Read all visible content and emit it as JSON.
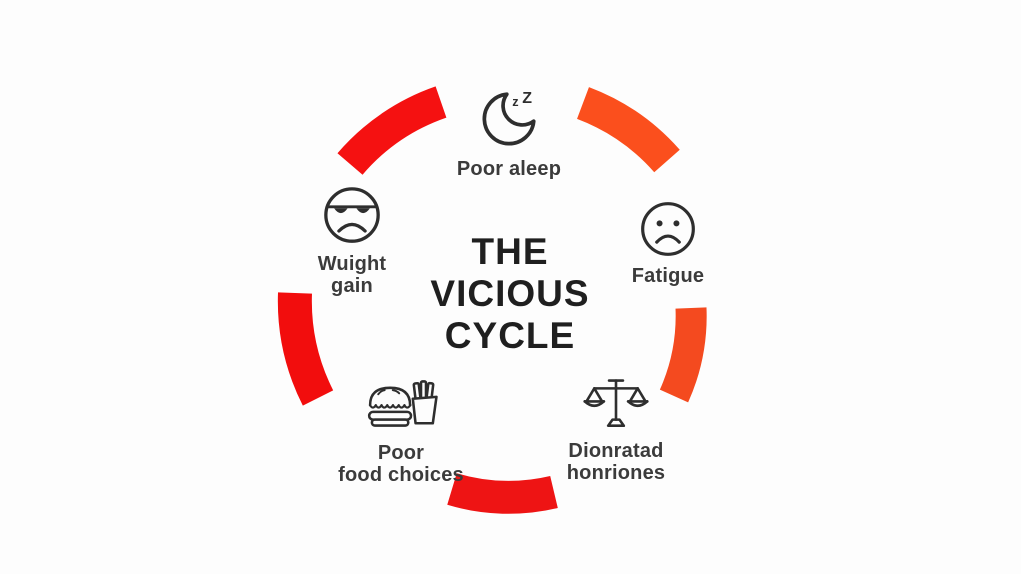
{
  "title": {
    "lines": [
      "THE",
      "VICIOUS",
      "CYCLE"
    ]
  },
  "nodes": {
    "poor_sleep": {
      "label": "Poor aleep",
      "icon": "crescent-moon-zz",
      "zz": {
        "small": "z",
        "big": "Z"
      }
    },
    "fatigue": {
      "label": "Fatigue",
      "icon": "sad-face"
    },
    "disrupted_hormones": {
      "label_line1": "Dionratad",
      "label_line2": "honriones",
      "icon": "balance-scale"
    },
    "poor_food_choices": {
      "label_line1": "Poor",
      "label_line2": "food choices",
      "icon": "burger-and-fries"
    },
    "weight_gain": {
      "label_line1": "Wuight",
      "label_line2": "gain",
      "icon": "frowning-face-band"
    }
  },
  "arcs": [
    {
      "position": "top-left",
      "color": "#f51111"
    },
    {
      "position": "top-right",
      "color": "#fb4f1d"
    },
    {
      "position": "right",
      "color": "#f44a1f"
    },
    {
      "position": "bottom",
      "color": "#ee1414"
    },
    {
      "position": "left",
      "color": "#f20d0d"
    }
  ],
  "colors": {
    "background": "#fdfdfd",
    "icon_stroke": "#2e2e2e",
    "label_text": "#3b3b3b",
    "title_text": "#1f1f1f"
  }
}
